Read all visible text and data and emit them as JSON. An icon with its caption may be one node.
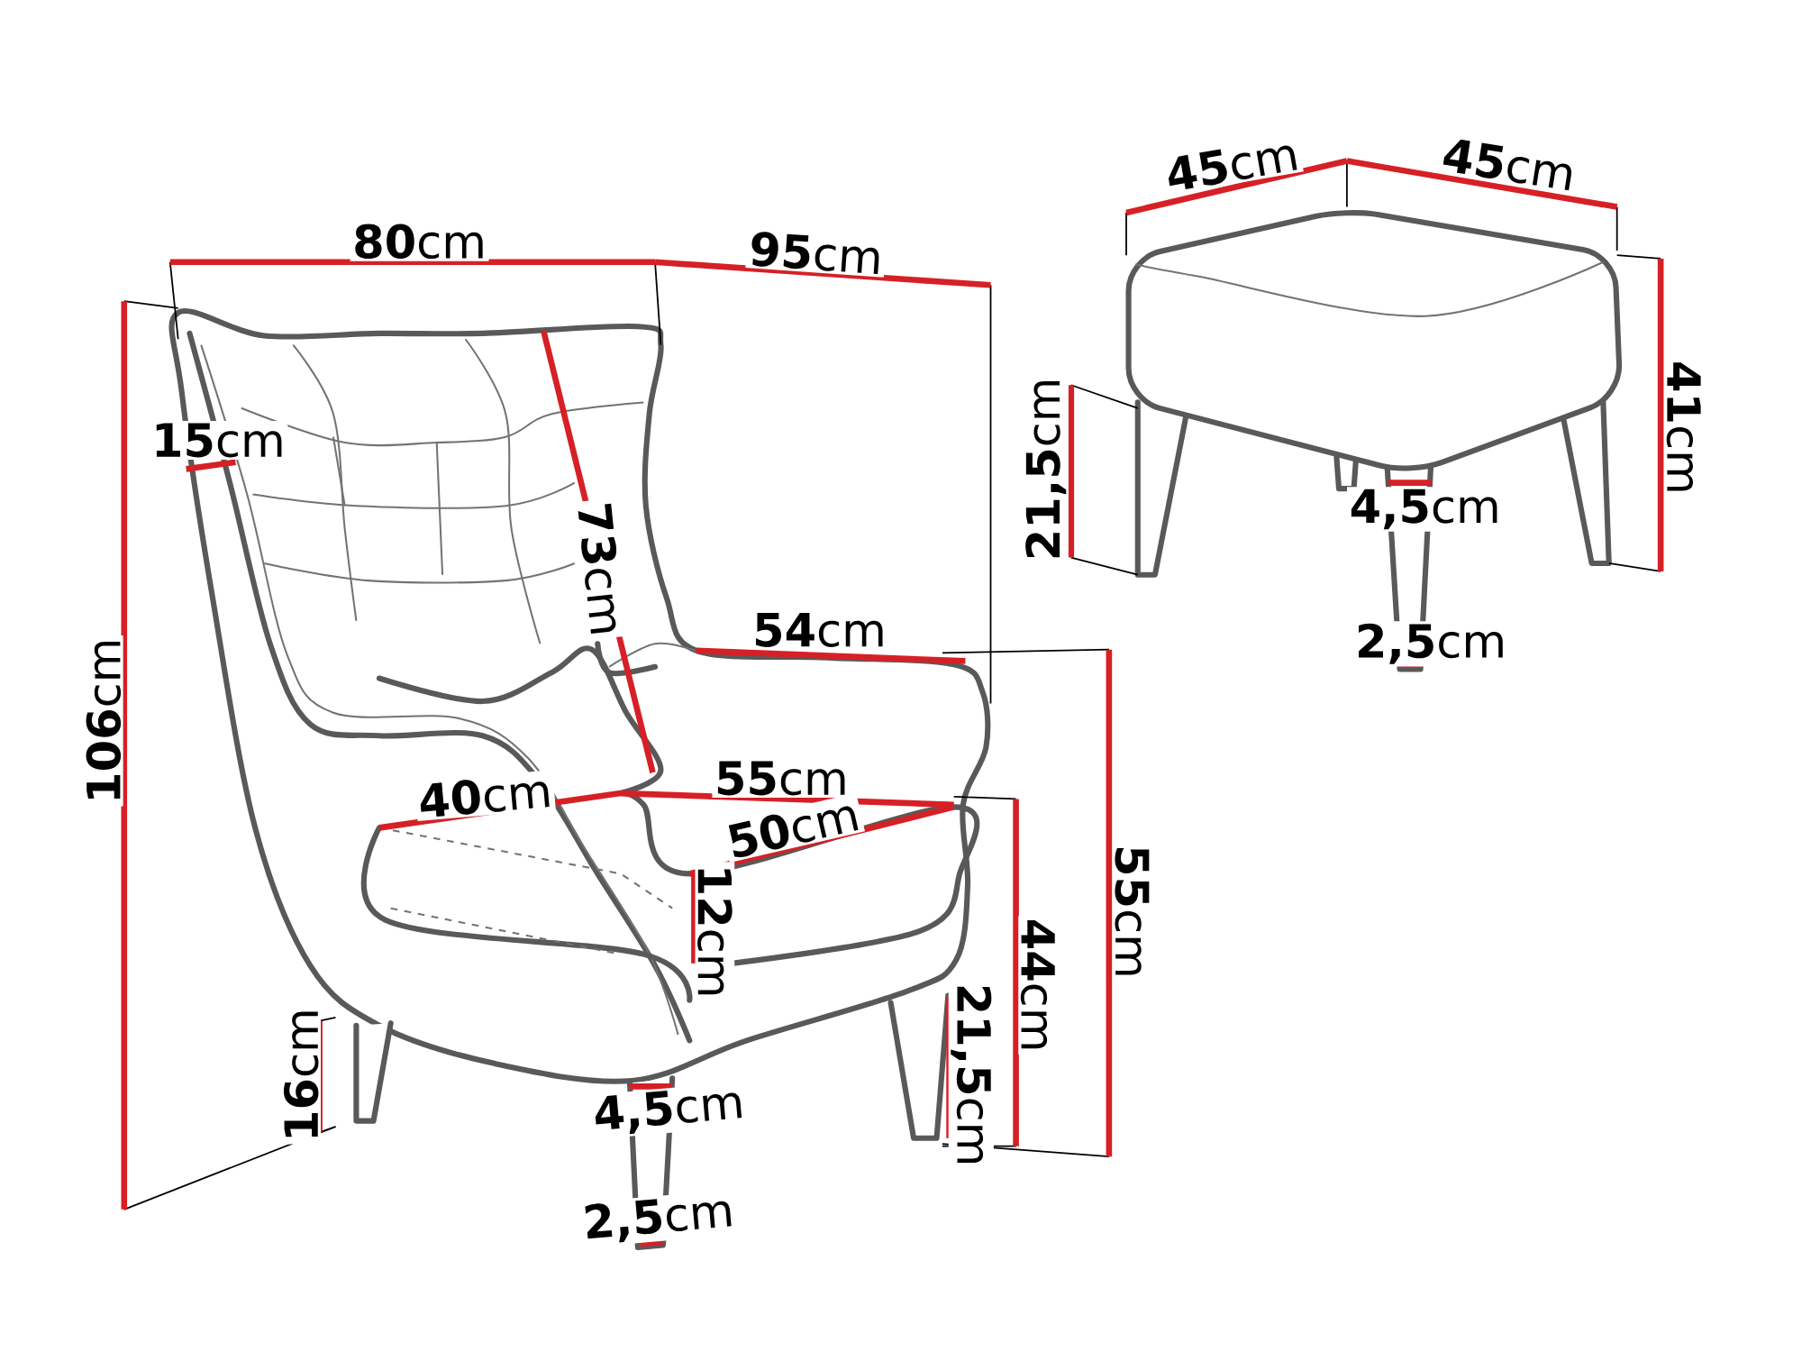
{
  "diagram": {
    "labels": [
      "**45**cm",
      "**45**cm",
      "**80**cm",
      "**95**cm",
      "**15**cm",
      "**21,5**cm",
      "**41**cm",
      "**73**cm",
      "**4,5**cm",
      "**54**cm",
      "**2,5**cm",
      "**106**cm",
      "**55**cm",
      "**40**cm",
      "**55**cm",
      "**50**cm",
      "**12**cm",
      "**44**cm",
      "**16**cm",
      "**21,5**cm",
      "**4,5**cm",
      "**2,5**cm"
    ]
  }
}
